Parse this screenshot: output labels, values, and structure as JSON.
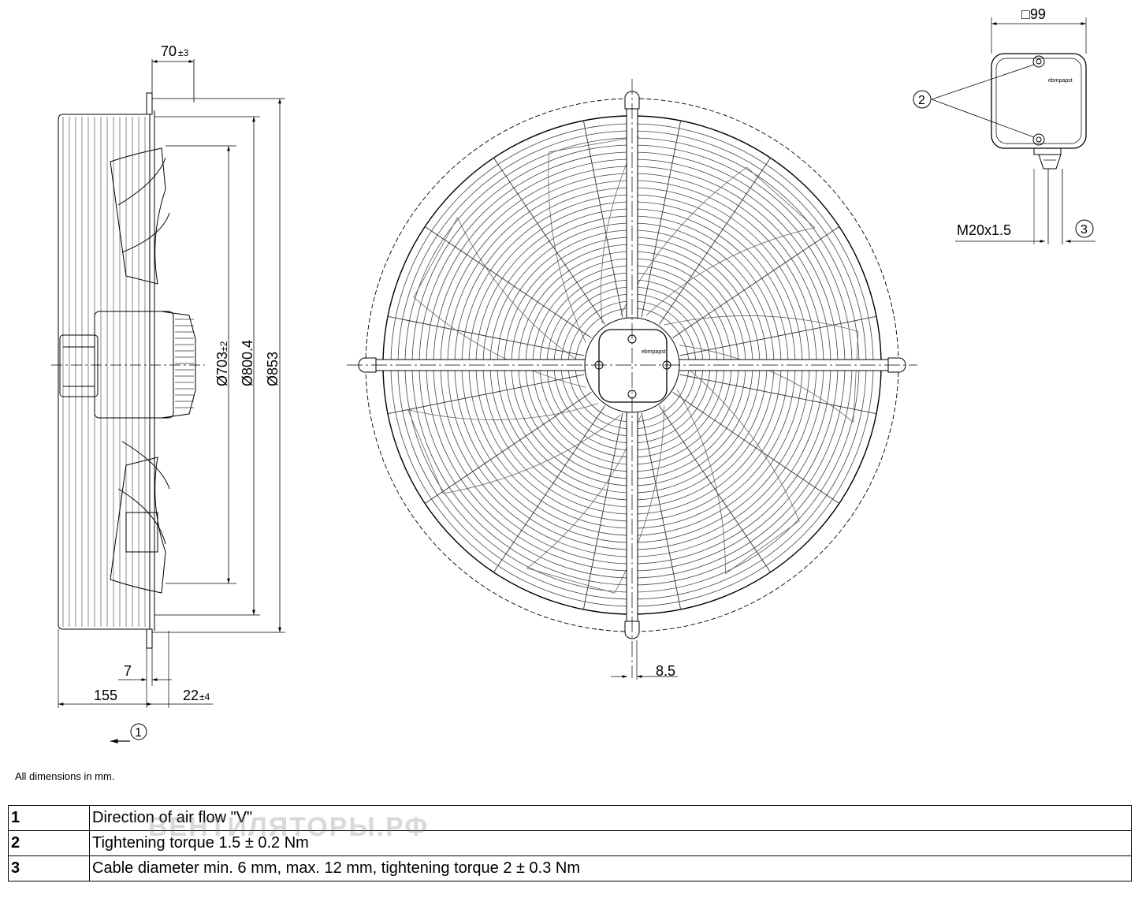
{
  "side_view": {
    "dim_top": "70",
    "dim_top_tol": "±3",
    "dim_d1": "Ø703",
    "dim_d1_tol": "±2",
    "dim_d2": "Ø800.4",
    "dim_d3": "Ø853",
    "dim_7": "7",
    "dim_155": "155",
    "dim_22": "22",
    "dim_22_tol": "±4",
    "callout_1": "1"
  },
  "front_view": {
    "hub_brand": "ebmpapst",
    "dim_8_5": "8.5"
  },
  "terminal_box": {
    "dim_square": "□99",
    "callout_2": "2",
    "callout_3": "3",
    "thread_label": "M20x1.5",
    "brand": "ebmpapst"
  },
  "note": "All dimensions in mm.",
  "legend": [
    {
      "num": "1",
      "text": "Direction of air flow \"V\""
    },
    {
      "num": "2",
      "text": "Tightening torque 1.5 ± 0.2 Nm"
    },
    {
      "num": "3",
      "text": "Cable diameter min. 6 mm, max. 12 mm, tightening torque 2 ± 0.3 Nm"
    }
  ],
  "watermark": "ВЕНТИЛЯТОРЫ.РФ"
}
